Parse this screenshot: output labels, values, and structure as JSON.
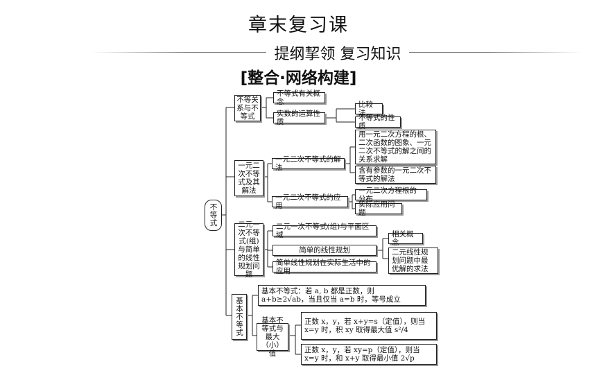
{
  "title": "章末复习课",
  "subtitle": "提纲挈领 复习知识",
  "heading": "[整合·网络构建]",
  "root": "不等式",
  "sections": [
    {
      "label": "不等关系与不等式",
      "children": [
        {
          "label": "不等式有关概念"
        },
        {
          "label": "实数的运算性质",
          "children": [
            "比较法",
            "不等式的性质"
          ]
        }
      ]
    },
    {
      "label": "一元二次不等式及其解法",
      "children": [
        {
          "label": "一元二次不等式的解法",
          "children": [
            "用一元二次方程的根、二次函数的图象、一元二次不等式的解之间的关系求解",
            "含有参数的一元二次不等式的解法"
          ]
        },
        {
          "label": "一元二次不等式的应用",
          "children": [
            "一元二次方程根的分布",
            "实际应用问题"
          ]
        }
      ]
    },
    {
      "label": "二元一次不等式(组)与简单的线性规划问题",
      "children": [
        {
          "label": "二元一次不等式(组)与平面区域"
        },
        {
          "label": "简单的线性规划",
          "children": [
            "相关概念",
            "二元线性规划问题中最优解的求法"
          ]
        },
        {
          "label": "简单线性规划在实际生活中的应用"
        }
      ]
    },
    {
      "label": "基本不等式",
      "children": [
        {
          "label": "基本不等式：若 a, b 都是正数，则 a+b≥2√ab，当且仅当 a=b 时，等号成立"
        },
        {
          "label": "基本不等式与最大（小）值",
          "children": [
            "正数 x，y，若 x+y=s（定值），则当 x=y 时，积 xy 取得最大值 s²/4",
            "正数 x，y，若 xy=p（定值），则当 x=y 时，和 x+y 取得最小值 2√p"
          ]
        }
      ]
    }
  ]
}
